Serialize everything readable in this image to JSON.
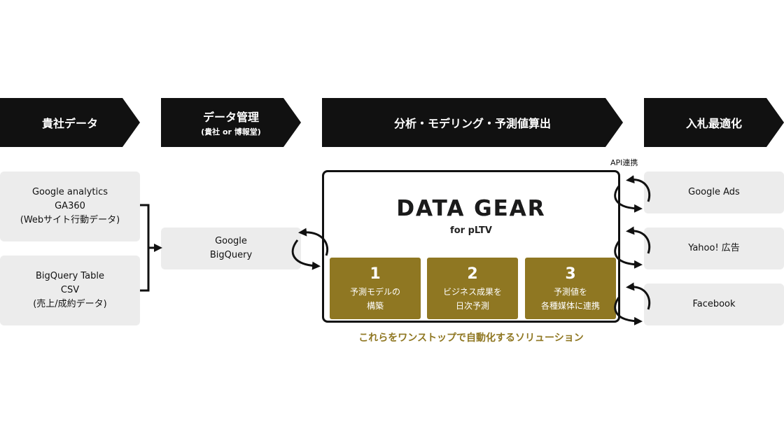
{
  "headers": {
    "company_data": "貴社データ",
    "data_management": "データ管理",
    "data_management_sub": "(貴社 or 博報堂)",
    "analysis": "分析・モデリング・予測値算出",
    "bid_optimization": "入札最適化"
  },
  "sources": [
    {
      "line1": "Google analytics",
      "line2": "GA360",
      "line3": "(Webサイト行動データ)"
    },
    {
      "line1": "BigQuery Table",
      "line2": "CSV",
      "line3": "(売上/成約データ)"
    }
  ],
  "storage": {
    "line1": "Google",
    "line2": "BigQuery"
  },
  "product": {
    "name": "DATA GEAR",
    "sub": "for pLTV",
    "steps": [
      {
        "num": "1",
        "line1": "予測モデルの",
        "line2": "構築"
      },
      {
        "num": "2",
        "line1": "ビジネス成果を",
        "line2": "日次予測"
      },
      {
        "num": "3",
        "line1": "予測値を",
        "line2": "各種媒体に連携"
      }
    ],
    "tagline": "これらをワンストップで自動化するソリューション"
  },
  "api_label": "API連携",
  "destinations": [
    "Google Ads",
    "Yahoo! 広告",
    "Facebook"
  ],
  "colors": {
    "dark": "#111111",
    "gold": "#8f7722",
    "box": "#ececec"
  }
}
